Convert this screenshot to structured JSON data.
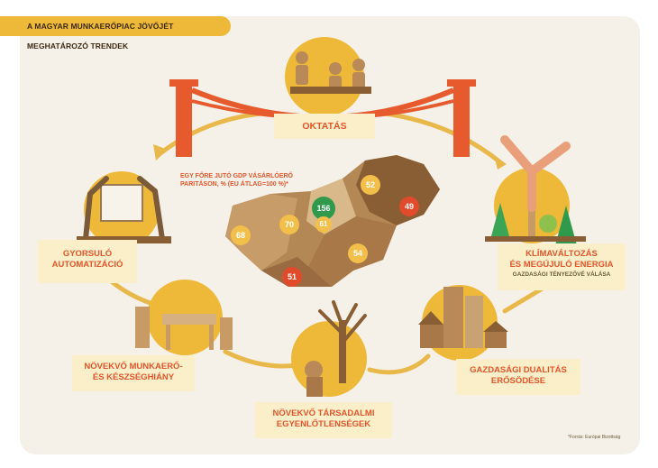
{
  "header": {
    "title": "A MAGYAR MUNKAERŐPIAC JÖVŐJÉT MEGHATÁROZÓ TRENDEK"
  },
  "nodes": {
    "education": {
      "label": "OKTATÁS"
    },
    "automation": {
      "line1": "GYORSULÓ",
      "line2": "AUTOMATIZÁCIÓ"
    },
    "climate": {
      "line1": "KLÍMAVÁLTOZÁS",
      "line2": "ÉS MEGÚJULÓ ENERGIA",
      "sub": "GAZDASÁGI TÉNYEZŐVÉ VÁLÁSA"
    },
    "shortage": {
      "line1": "NÖVEKVŐ MUNKAERŐ-",
      "line2": "ÉS KÉSZSÉGHIÁNY"
    },
    "inequality": {
      "line1": "NÖVEKVŐ TÁRSADALMI",
      "line2": "EGYENLŐTLENSÉGEK"
    },
    "duality": {
      "line1": "GAZDASÁGI DUALITÁS",
      "line2": "ERŐSÖDÉSE"
    }
  },
  "gdp": {
    "caption_line1": "EGY FŐRE JUTÓ GDP VÁSÁRLÓERŐ",
    "caption_line2": "PARITÁSON, % (EU ÁTLAG=100 %)*",
    "values": [
      {
        "id": "west",
        "value": "68",
        "color": "yellow"
      },
      {
        "id": "central-west",
        "value": "70",
        "color": "yellow"
      },
      {
        "id": "budapest",
        "value": "156",
        "color": "green"
      },
      {
        "id": "pest",
        "value": "61",
        "color": "yellow"
      },
      {
        "id": "north",
        "value": "52",
        "color": "yellow"
      },
      {
        "id": "northeast",
        "value": "49",
        "color": "red"
      },
      {
        "id": "great-plain",
        "value": "54",
        "color": "yellow"
      },
      {
        "id": "south",
        "value": "51",
        "color": "red"
      }
    ]
  },
  "footer": {
    "source": "*Forrás: Európai Bizottság"
  },
  "colors": {
    "accent": "#e2552a",
    "gold": "#eeb838",
    "label_bg": "#fbefc9",
    "bridge": "#e65a2e",
    "arrow": "#e8b94a"
  }
}
